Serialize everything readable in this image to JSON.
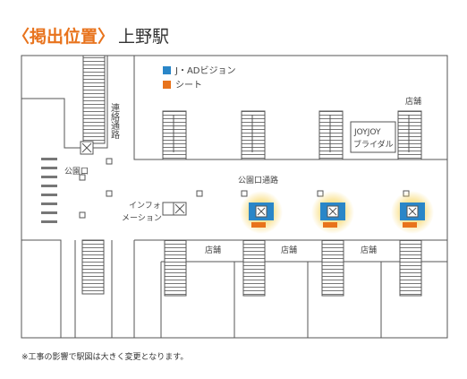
{
  "title": {
    "tag": "〈掲出位置〉",
    "station": "上野駅"
  },
  "legend": {
    "items": [
      {
        "label": "J・ADビジョン",
        "color": "#2a86c8"
      },
      {
        "label": "シート",
        "color": "#e8731c"
      }
    ]
  },
  "map": {
    "labels": {
      "connecting_passage": "連絡通路",
      "park_exit": "公園口",
      "information": "インフォ",
      "information_2": "メーション",
      "park_exit_passage": "公園口通路",
      "joyjoy": "JOYJOY",
      "bridal": "ブライダル",
      "shop": "店舗"
    },
    "colors": {
      "line": "#555555",
      "glow": "#f7d45e",
      "vision": "#2a86c8",
      "sheet": "#e8731c"
    }
  },
  "footnote": "※工事の影響で駅図は大きく変更となります。"
}
